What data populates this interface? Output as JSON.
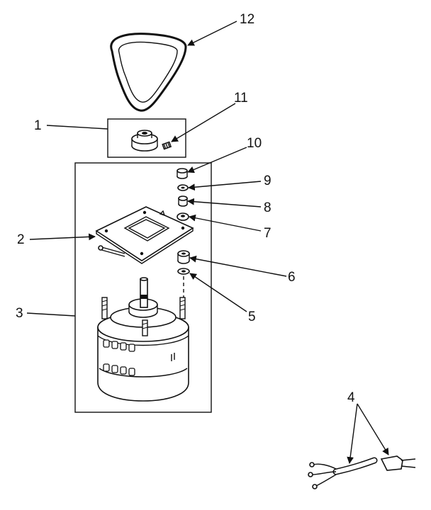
{
  "diagram": {
    "callouts": [
      "1",
      "2",
      "3",
      "4",
      "5",
      "6",
      "7",
      "8",
      "9",
      "10",
      "11",
      "12"
    ]
  },
  "colors": {
    "ink": "#111111",
    "paper": "#ffffff"
  },
  "parts": [
    {
      "callout": "12",
      "icon": "belt-icon"
    },
    {
      "callout": "1",
      "icon": "pulley-icon"
    },
    {
      "callout": "11",
      "icon": "set-screw-icon"
    },
    {
      "callout": "10",
      "icon": "nut-icon"
    },
    {
      "callout": "9",
      "icon": "washer-icon"
    },
    {
      "callout": "8",
      "icon": "grommet-icon"
    },
    {
      "callout": "7",
      "icon": "bushing-icon"
    },
    {
      "callout": "2",
      "icon": "mounting-plate-icon"
    },
    {
      "callout": "6",
      "icon": "spacer-icon"
    },
    {
      "callout": "5",
      "icon": "washer-icon"
    },
    {
      "callout": "3",
      "icon": "motor-icon"
    },
    {
      "callout": "4",
      "icon": "power-cord-icon"
    }
  ]
}
